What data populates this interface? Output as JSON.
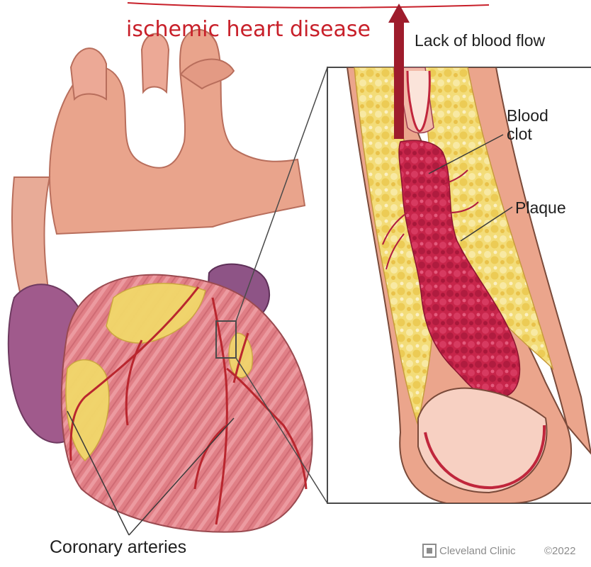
{
  "annotation": {
    "text": "ischemic heart disease",
    "color": "#c8202a"
  },
  "labels": {
    "lack_of_blood_flow": "Lack of blood flow",
    "blood_clot_line1": "Blood",
    "blood_clot_line2": "clot",
    "plaque": "Plaque",
    "coronary_arteries": "Coronary arteries"
  },
  "credit": {
    "brand": "Cleveland Clinic",
    "year": "©2022"
  },
  "colors": {
    "heart_flesh": "#e8a08a",
    "muscle_pink": "#e07f86",
    "fat_yellow": "#f1d86a",
    "clot_red": "#c4244a",
    "artery_red": "#b9262e",
    "arrow_red": "#9e1c2c",
    "outline": "#3a3a3a"
  }
}
